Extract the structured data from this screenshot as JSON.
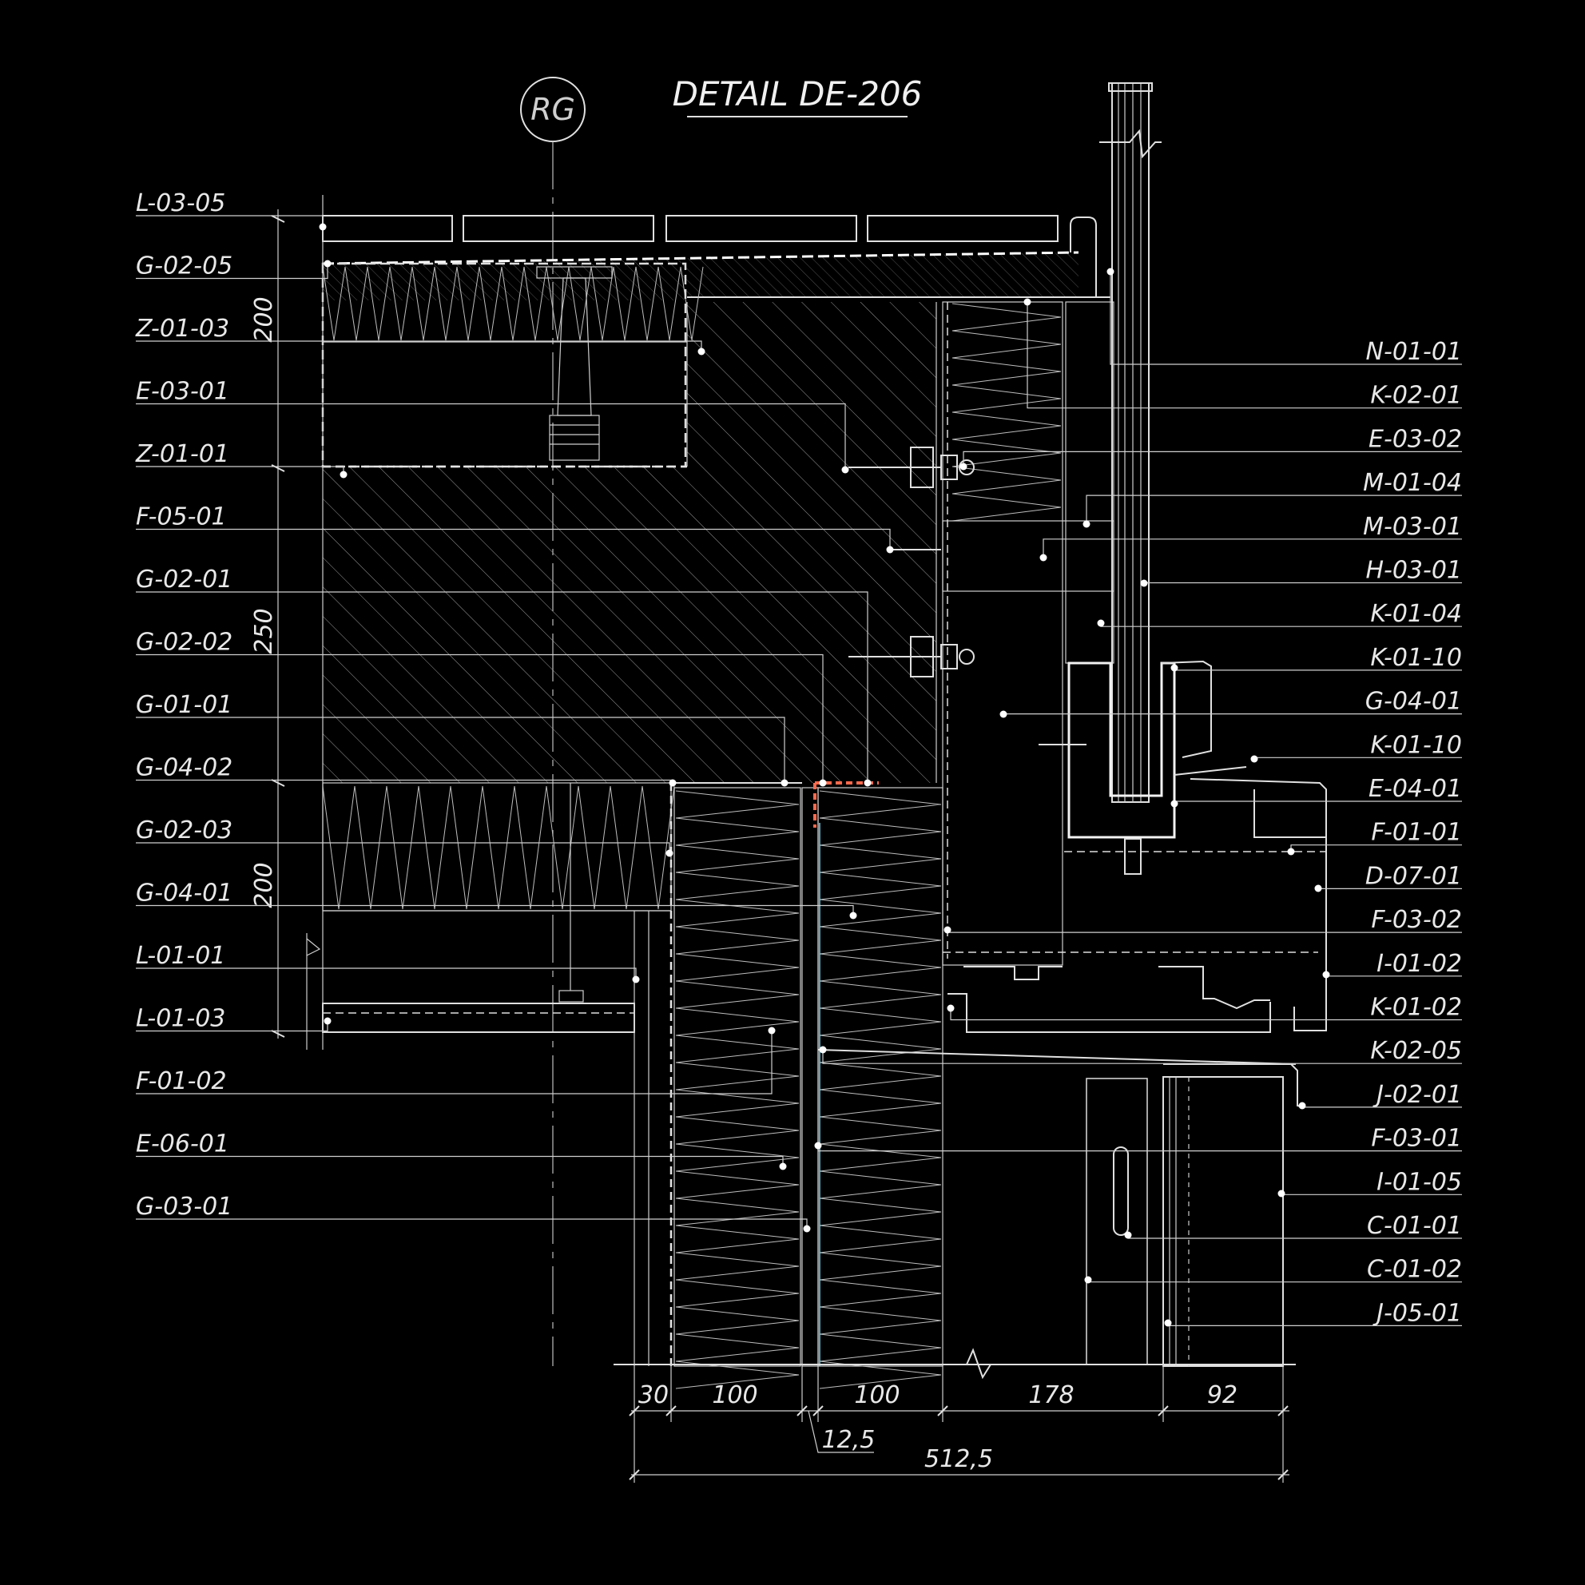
{
  "title": "DETAIL DE-206",
  "grid_label": "RG",
  "left_labels": [
    "L-03-05",
    "G-02-05",
    "Z-01-03",
    "E-03-01",
    "Z-01-01",
    "F-05-01",
    "G-02-01",
    "G-02-02",
    "G-01-01",
    "G-04-02",
    "G-02-03",
    "G-04-01",
    "L-01-01",
    "L-01-03",
    "F-01-02",
    "E-06-01",
    "G-03-01"
  ],
  "right_labels": [
    "N-01-01",
    "K-02-01",
    "E-03-02",
    "M-01-04",
    "M-03-01",
    "H-03-01",
    "K-01-04",
    "K-01-10",
    "G-04-01",
    "K-01-10",
    "E-04-01",
    "F-01-01",
    "D-07-01",
    "F-03-02",
    "I-01-02",
    "K-01-02",
    "K-02-05",
    "J-02-01",
    "F-03-01",
    "I-01-05",
    "C-01-01",
    "C-01-02",
    "J-05-01"
  ],
  "vertical_dims": [
    "200",
    "250",
    "200"
  ],
  "horizontal_dims": [
    "30",
    "100",
    "100",
    "178",
    "92"
  ],
  "small_dim": "12,5",
  "total_dim": "512,5",
  "colors": {
    "background": "#000000",
    "line": "#e8e8e8",
    "accent": "#ff6a4d",
    "cyan": "#7fe3ff"
  }
}
